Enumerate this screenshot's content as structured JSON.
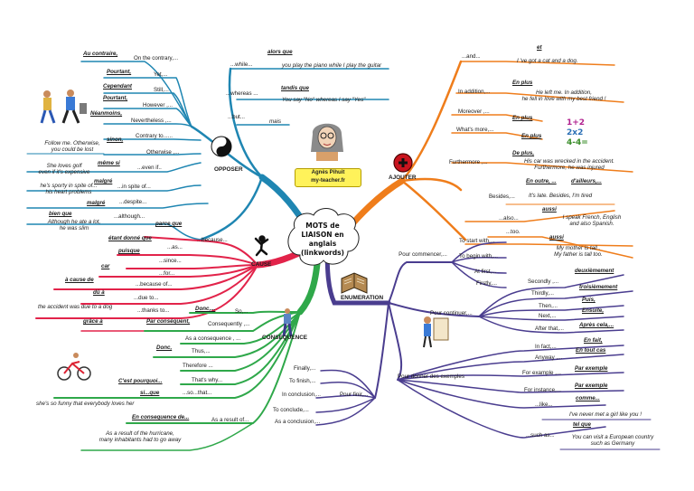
{
  "center": {
    "lines": [
      "MOTS de",
      "LIAISON en",
      "anglais",
      "(linkwords)"
    ]
  },
  "author": {
    "name": "Agnès Pihuit",
    "site": "my-teacher.fr"
  },
  "colors": {
    "oppose": "#1f86b2",
    "add": "#ef7d1b",
    "cause": "#e2234a",
    "consequence": "#2fa84a",
    "enumeration": "#4a3d8f",
    "trunk": "#1a1a1a"
  },
  "oppose": {
    "title": "OPPOSER",
    "items": [
      "On the contrary,...",
      "Yet,...",
      "Still,...",
      "However ,...",
      "Nevertheless ,...",
      "Contrary to......",
      "Otherwise ,...",
      "...even if..",
      "...in spite of...",
      "...despite...",
      "...although...",
      "...while...",
      "...whereas ...",
      "...but..."
    ],
    "fr": [
      "Au contraire,",
      "Pourtant,",
      "Cependant",
      "Pourtant,",
      "Néanmoins,",
      "sinon,",
      "même si",
      "malgré",
      "malgré",
      "bien que",
      "alors que",
      "tandis que",
      "mais"
    ],
    "ex": {
      "otherwise": [
        "Follow me. Otherwise,",
        "you could be lost"
      ],
      "even_if": [
        "She loves golf",
        "even if it's expensive"
      ],
      "in_spite": [
        "he's sporty in spite of...",
        "his heart problems"
      ],
      "although": [
        "Although he ate a lot,",
        "he was slim"
      ],
      "while": "you play the piano while I play the guitar",
      "whereas": "You say \"No\" whereas I say \"Yes\""
    }
  },
  "add": {
    "title": "AJOUTER",
    "items": [
      "...and...",
      "In addition,...",
      "Moreover ,...",
      "What's more,...",
      "Furthermore ,...",
      "Besides,...",
      "...also...",
      "...too."
    ],
    "fr": [
      "et",
      "En plus",
      "En plus",
      "En plus",
      "De plus,",
      "En outre, ...",
      "d'ailleurs,...",
      "aussi",
      "aussi"
    ],
    "ex": {
      "and": "I 've got a cat and a dog.",
      "in_addition": [
        "He left me. In addition,",
        "he fell in love with my best friend !"
      ],
      "furthermore": [
        "His car was wrecked in the accident.",
        "Furthermore, he was injured"
      ],
      "besides": "It's late. Besides, I'm tired",
      "also": [
        "I speak French, English",
        "and also Spanish."
      ],
      "too": [
        "My mother is tall .",
        "My father is tall too."
      ]
    }
  },
  "cause": {
    "title": "CAUSE",
    "items": [
      "...because...",
      "...as...",
      "...since...",
      "...for...",
      "...because of...",
      "...due to...",
      "...thanks to..."
    ],
    "fr": [
      "parce que",
      "étant donné que",
      "puisque",
      "car",
      "à cause de",
      "dû à",
      "grâce à"
    ],
    "ex": {
      "due_to": "the accident was due to a dog"
    }
  },
  "consequence": {
    "title": "CONSEQUENCE",
    "items": [
      "So,...",
      "Consequently ,...",
      "As a consequence , ...",
      "Thus,...",
      "Therefore ...",
      "That's why...",
      "...so...that...",
      "As a result of..."
    ],
    "fr": [
      "Donc,...",
      "Par conséquent,",
      "Donc,",
      "C'est pourquoi...",
      "si...que",
      "En consequence de..."
    ],
    "ex": {
      "so_that": "she's so funny that everybody loves her",
      "result": [
        "As a result of the hurricane,",
        "many inhabitants had to go away"
      ]
    }
  },
  "enum": {
    "title": "ENUMERATION",
    "commencer": "Pour commencer,...",
    "commencer_items": [
      "To start with,...",
      "To begin with,...",
      "At first,...",
      "Firstly,..."
    ],
    "continuer": "Pour continuer,...",
    "continuer_items": [
      "Secondly ,...",
      "Thirdly,...",
      "Then,...",
      "Next,...",
      "After that,..."
    ],
    "continuer_fr": [
      "deuxièmement",
      "troisièmement",
      "Puis,",
      "Ensuite,",
      "Après cela,..."
    ],
    "finir": "Pour finir,...",
    "finir_items": [
      "Finally,...",
      "To finish,...",
      "In conclusion,...",
      "To conclude,...",
      "As a conclusion,..."
    ],
    "exemples": "Pour donner des exemples",
    "exemples_items": [
      "In fact,...",
      "Anyway ,...",
      "For example ,...",
      "For instance,...",
      "...like...",
      "...such as..."
    ],
    "exemples_fr": [
      "En fait,",
      "En tout cas",
      "Par exemple",
      "Par exemple",
      "comme...",
      "tel que"
    ],
    "ex": {
      "like": "I've never met a girl like you !",
      "such_as": [
        "You can visit a European country",
        "such as Germany"
      ]
    }
  }
}
